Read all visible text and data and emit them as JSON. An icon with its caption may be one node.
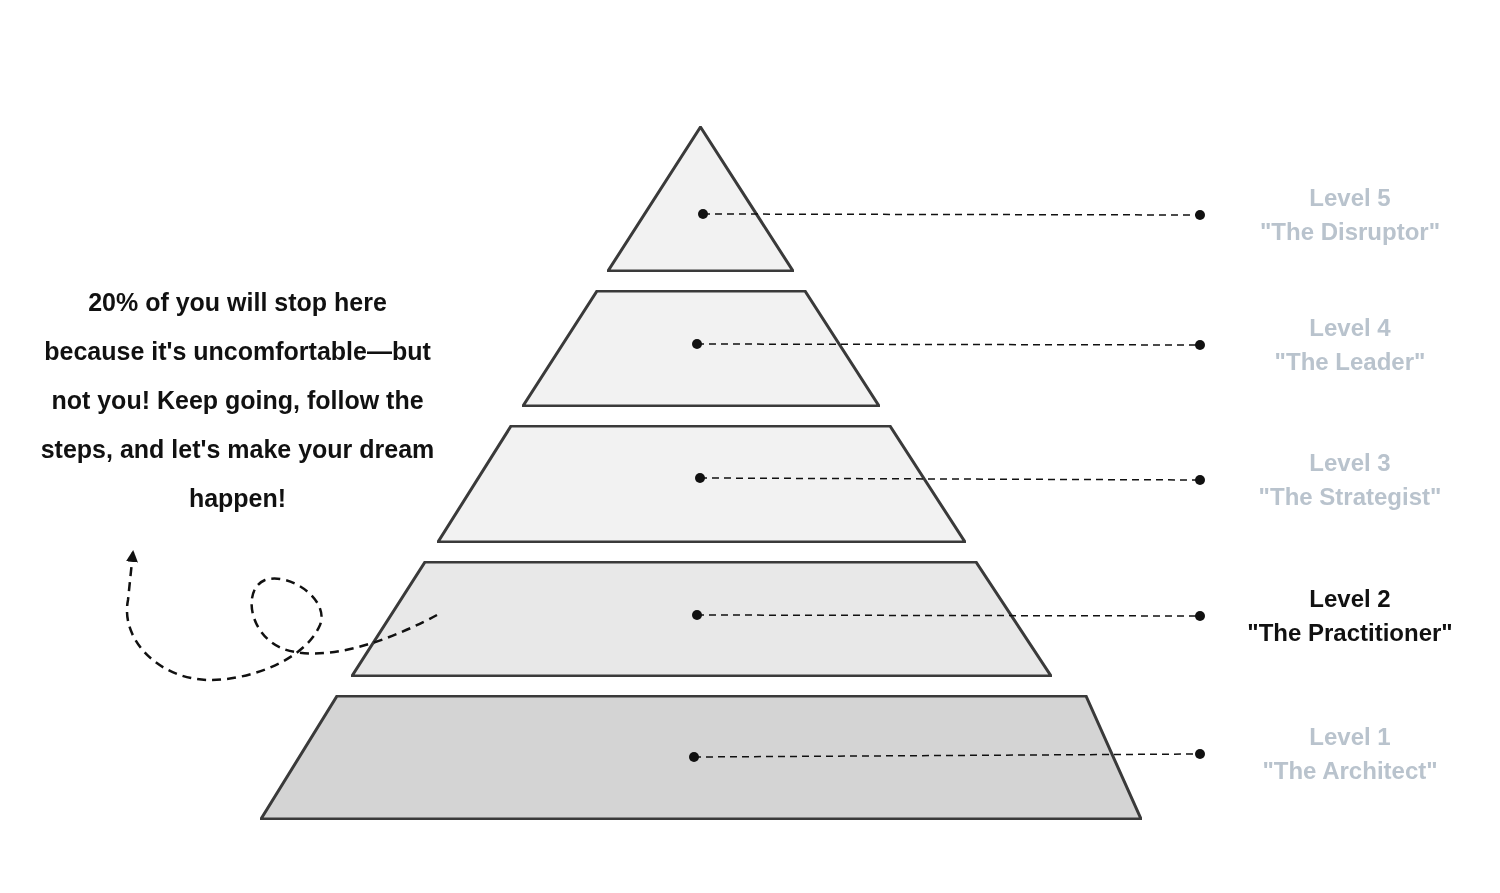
{
  "diagram": {
    "nodes": [
      {
        "text": [],
        "shape": "triangle"
      },
      {
        "text": [],
        "shape": "trapezoid"
      },
      {
        "text": [],
        "shape": "trapezoid"
      },
      {
        "text": [],
        "shape": "trapezoid"
      },
      {
        "text": [],
        "shape": "trapezoid"
      },
      {
        "text": [
          "Level 5",
          "\"The Disruptor\""
        ]
      },
      {
        "text": [
          "Level 4",
          "\"The Leader\""
        ]
      },
      {
        "text": [
          "Level 3",
          "\"The Strategist\""
        ]
      },
      {
        "text": [
          "Level 2",
          "\"The Practitioner\""
        ]
      },
      {
        "text": [
          "Level 1",
          "\"The Architect\""
        ]
      },
      {
        "text": [
          "20% of you will stop here because it's uncomfortable—but not you! Keep going, follow the steps, and let's make your dream happen!"
        ]
      }
    ],
    "edges": [
      {
        "from": 0,
        "to": 5,
        "arrow": "other",
        "style": "dashed"
      },
      {
        "from": 1,
        "to": 6,
        "arrow": "other",
        "style": "dashed"
      },
      {
        "from": 2,
        "to": 7,
        "arrow": "other",
        "style": "dashed"
      },
      {
        "from": 3,
        "to": 8,
        "arrow": "other",
        "style": "dashed"
      },
      {
        "from": 4,
        "to": 9,
        "arrow": "other",
        "style": "dashed"
      },
      {
        "from": 3,
        "to": 10,
        "arrow": "to",
        "style": "dashed"
      }
    ]
  }
}
